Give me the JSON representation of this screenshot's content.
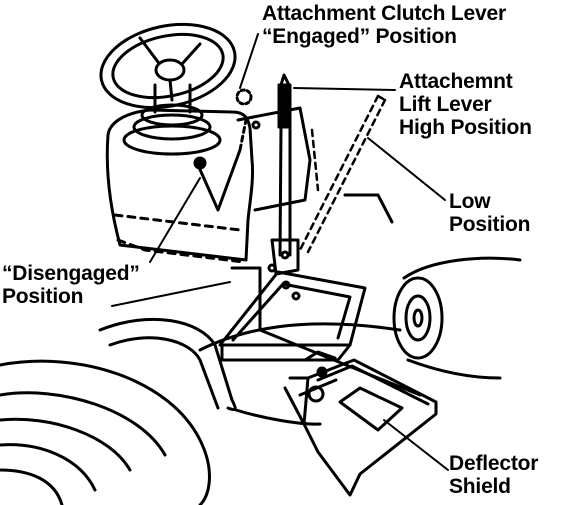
{
  "labels": {
    "clutch_line1": "Attachment Clutch Lever",
    "clutch_line2": "“Engaged” Position",
    "lift_line1": "Attachemnt",
    "lift_line2": "Lift Lever",
    "lift_line3": "High Position",
    "low_line1": "Low",
    "low_line2": "Position",
    "disengaged_line1": "“Disengaged”",
    "disengaged_line2": "Position",
    "deflector_line1": "Deflector",
    "deflector_line2": "Shield"
  }
}
